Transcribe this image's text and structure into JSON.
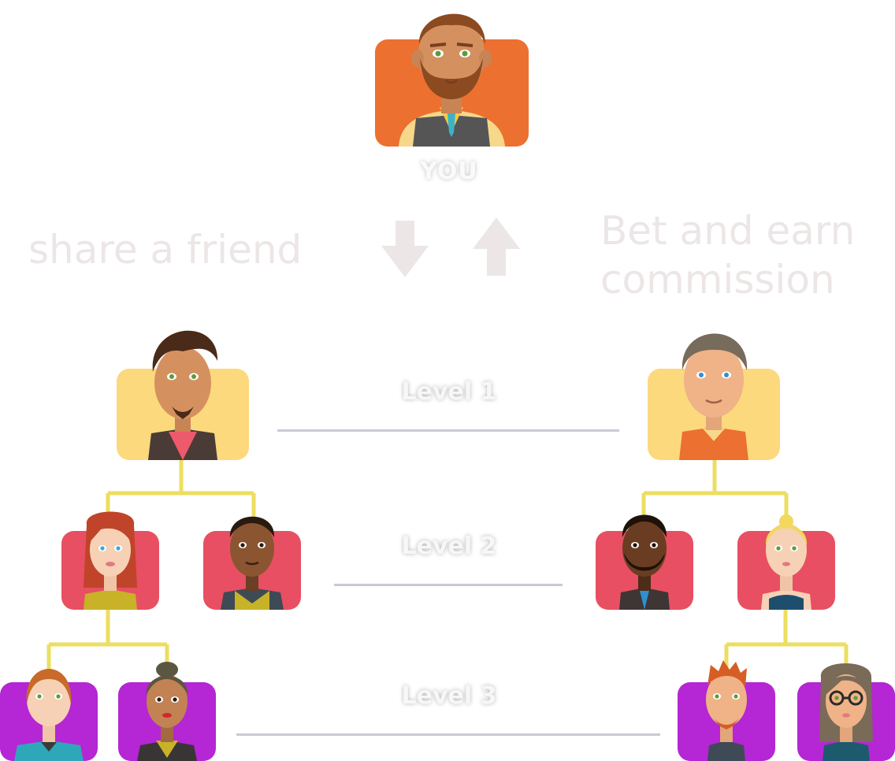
{
  "top_label": "YOU",
  "left_text": "share a friend",
  "right_text_line1": "Bet and earn",
  "right_text_line2": "commission",
  "levels": [
    "Level 1",
    "Level 2",
    "Level 3"
  ],
  "colors": {
    "you_card": "#ec702f",
    "level1_card": "#fcd97d",
    "level2_card": "#e84f62",
    "level3_card": "#b526d4",
    "connector": "#ecde60",
    "arrow": "#ece6e6",
    "level_line": "#c9c9d6"
  }
}
